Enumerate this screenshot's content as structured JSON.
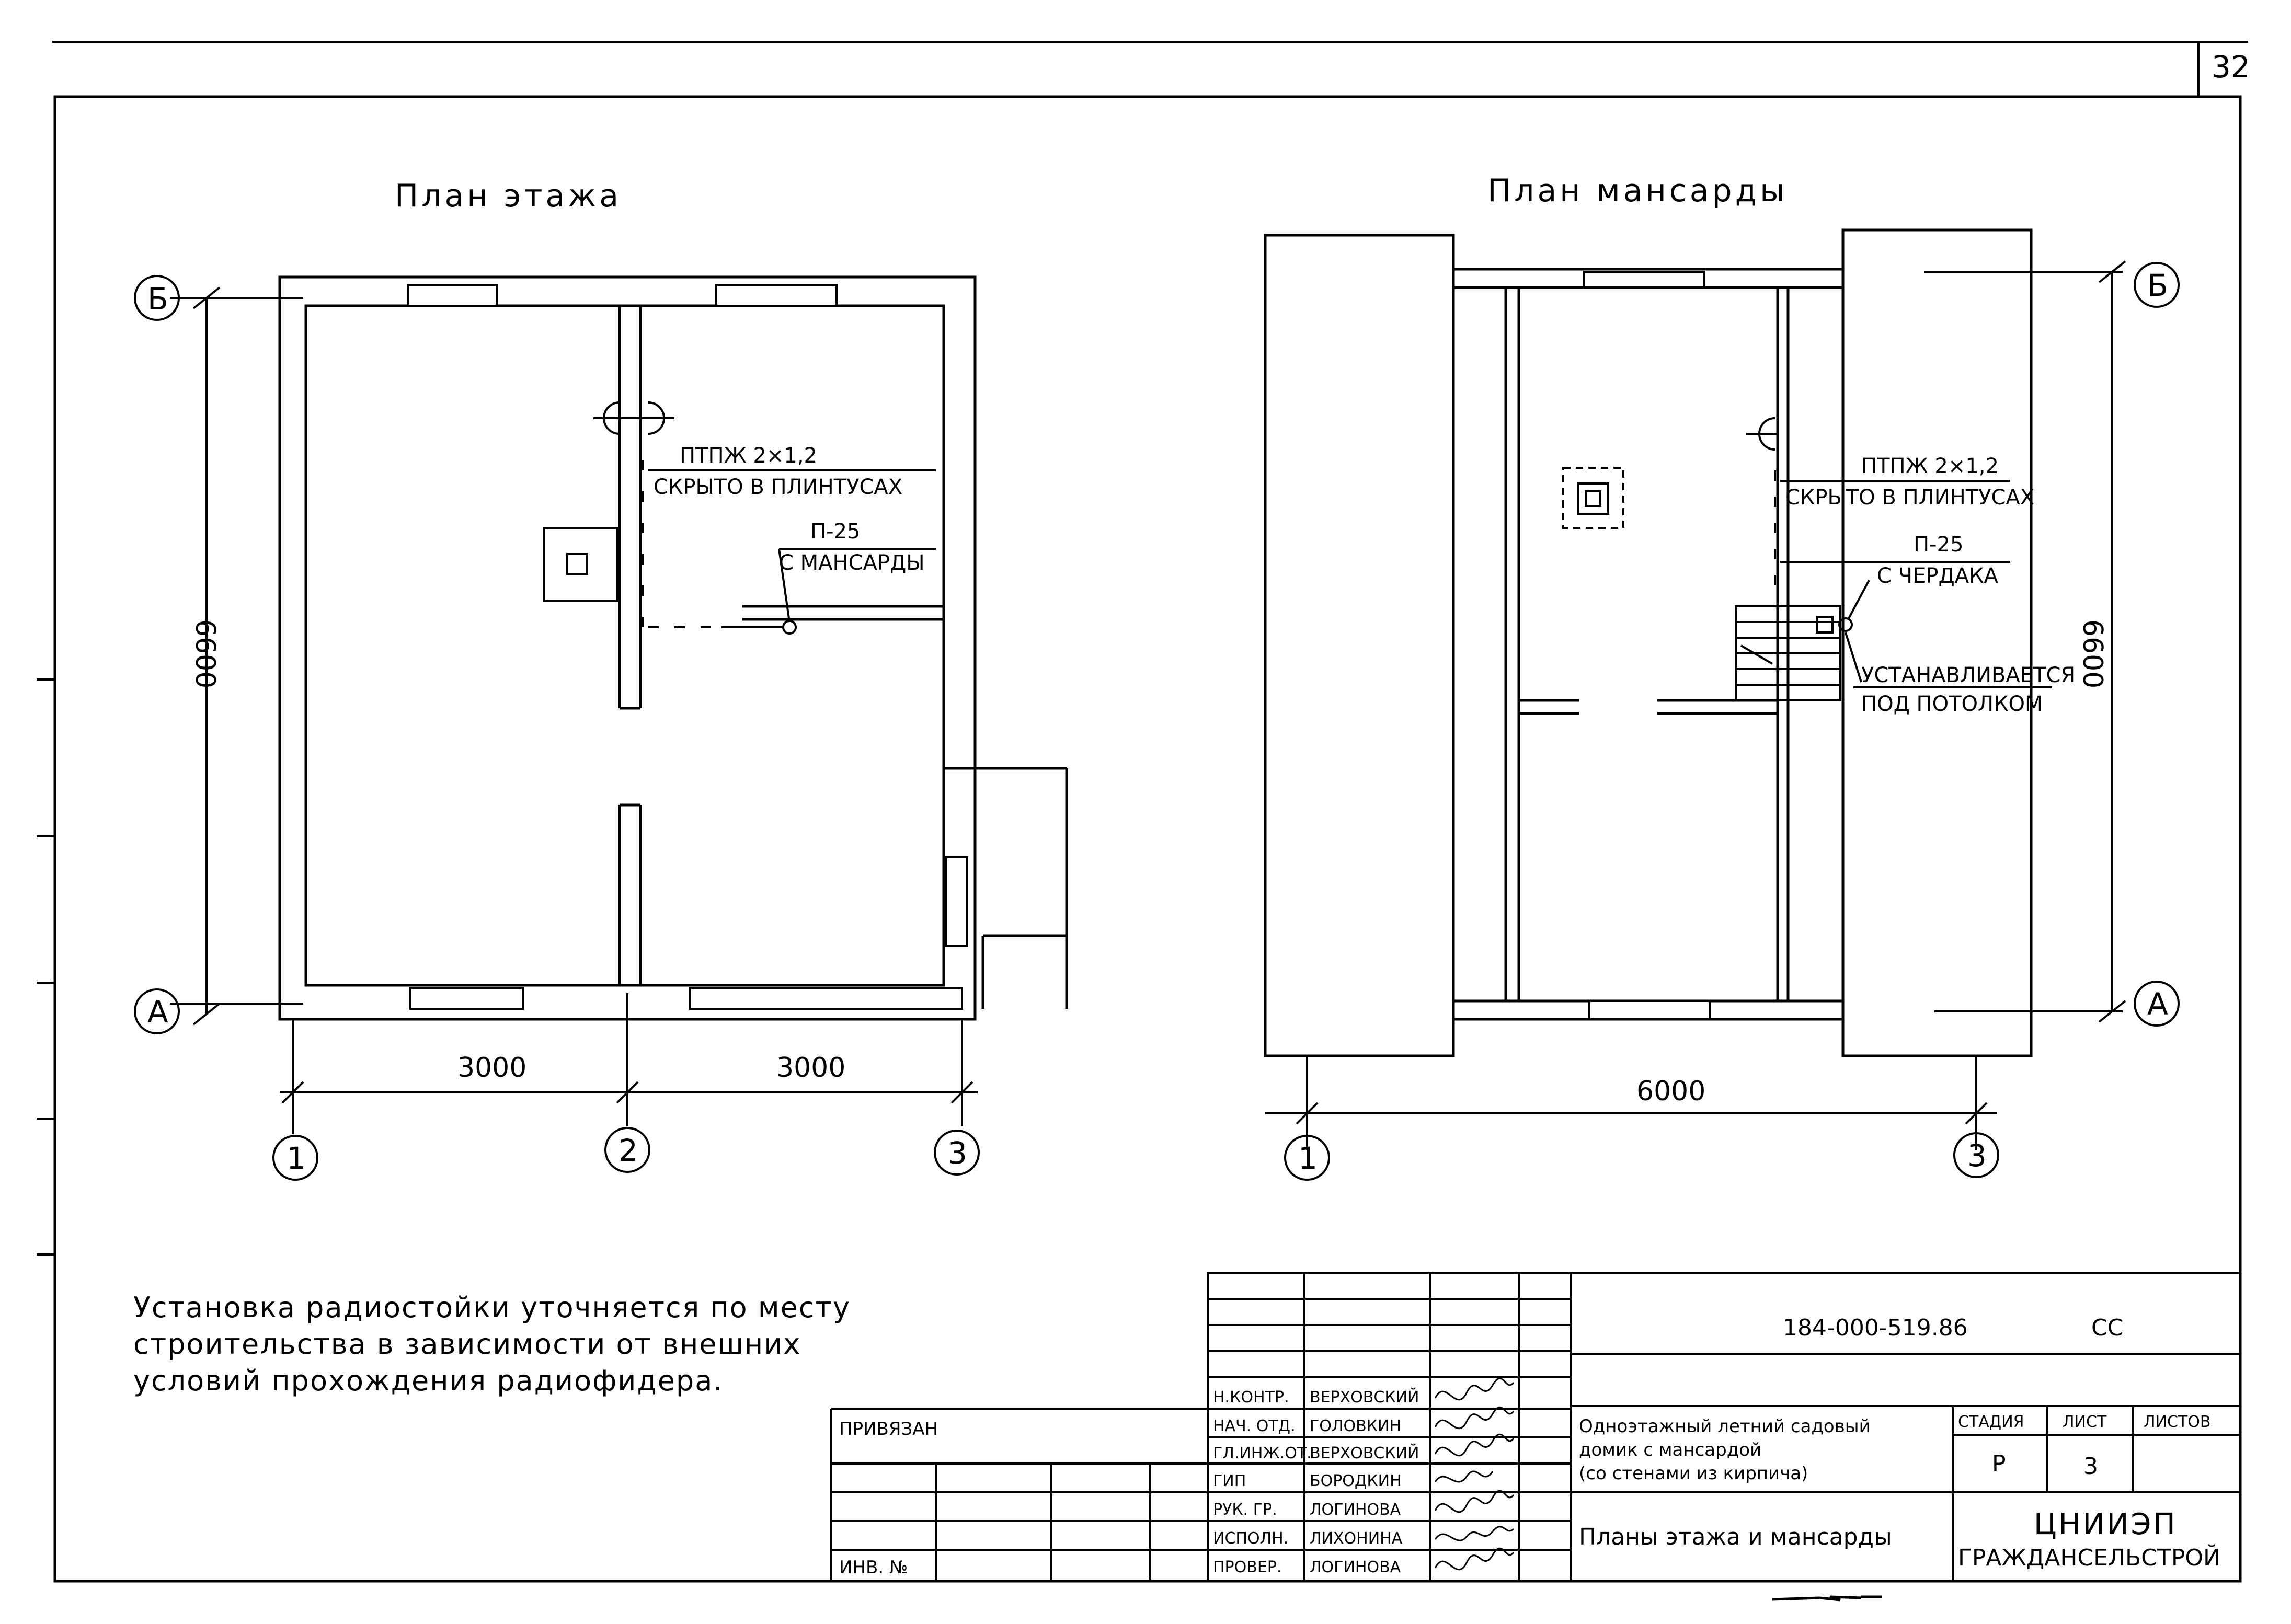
{
  "page_number": "32",
  "floor_plan": {
    "title": "План этажа",
    "dim_height": "6600",
    "dim_bay1": "3000",
    "dim_bay2": "3000",
    "axis_b": "Б",
    "axis_a": "А",
    "axis_1": "1",
    "axis_2": "2",
    "axis_3": "3",
    "cable_label_top": "ПТПЖ 2×1,2",
    "cable_label_bottom": "СКРЫТО В ПЛИНТУСАХ",
    "socket_label_top": "П-25",
    "socket_label_bottom": "С МАНСАРДЫ"
  },
  "attic_plan": {
    "title": "План мансарды",
    "dim_height": "6600",
    "dim_width": "6000",
    "axis_b": "Б",
    "axis_a": "А",
    "axis_1": "1",
    "axis_3": "3",
    "cable_label_top": "ПТПЖ 2×1,2",
    "cable_label_bottom": "СКРЫТО В ПЛИНТУСАХ",
    "socket_label_top": "П-25",
    "socket_label_bottom": "С ЧЕРДАКА",
    "install_label_top": "УСТАНАВЛИВАЕТСЯ",
    "install_label_bottom": "ПОД ПОТОЛКОМ"
  },
  "note": {
    "line1": "Установка радиостойки уточняется по месту",
    "line2": "строительства в зависимости от внешних",
    "line3": "условий прохождения радиофидера."
  },
  "title_block": {
    "doc_code": "184-000-519.86",
    "doc_mark": "СС",
    "bound_label": "ПРИВЯЗАН",
    "inv_label": "ИНВ. №",
    "project_line1": "Одноэтажный летний садовый",
    "project_line2": "домик с мансардой",
    "project_line3": "(со стенами из кирпича)",
    "sheet_title": "Планы этажа и мансарды",
    "stage_header": "СТАДИЯ",
    "sheet_header": "ЛИСТ",
    "sheets_header": "ЛИСТОВ",
    "stage_value": "Р",
    "sheet_value": "3",
    "sheets_value": "",
    "org_line1": "ЦНИИЭП",
    "org_line2": "ГРАЖДАНСЕЛЬСТРОЙ",
    "signers": [
      {
        "role": "Н.КОНТР.",
        "name": "ВЕРХОВСКИЙ"
      },
      {
        "role": "НАЧ. ОТД.",
        "name": "ГОЛОВКИН"
      },
      {
        "role": "ГЛ.ИНЖ.ОТ.",
        "name": "ВЕРХОВСКИЙ"
      },
      {
        "role": "ГИП",
        "name": "БОРОДКИН"
      },
      {
        "role": "РУК. ГР.",
        "name": "ЛОГИНОВА"
      },
      {
        "role": "ИСПОЛН.",
        "name": "ЛИХОНИНА"
      },
      {
        "role": "ПРОВЕР.",
        "name": "ЛОГИНОВА"
      }
    ]
  }
}
